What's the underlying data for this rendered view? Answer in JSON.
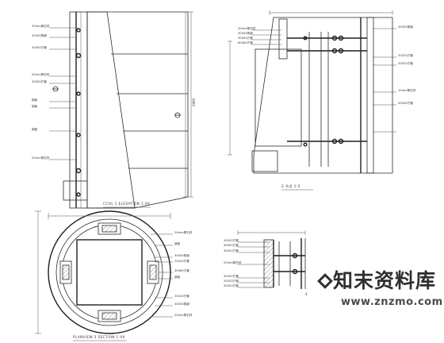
{
  "drawing": {
    "line_color": "#2a2a2a",
    "hatch_color": "#555555",
    "elevation": {
      "caption": "CCOL  1 ELEVATION  1:XX",
      "dimension_label": "2960",
      "callouts": [
        "20mm厚石材",
        "30X30角钢",
        "30X40方管",
        "20mm厚石材",
        "30X50方管",
        "钢板",
        "钢板",
        "钢板",
        "25mm厚石材"
      ]
    },
    "section_detail": {
      "caption": "2  节点  1:5",
      "callouts_top": [
        "20mm厚石材",
        "30X30角钢",
        "50X50方管",
        "60X60方管"
      ],
      "callouts_right": [
        "30X30角钢",
        "20X20方管",
        "20X25方管",
        "20mm厚石材",
        "20X40方管"
      ]
    },
    "plan": {
      "caption": "PLANVIEW  3  SECTION  1:XX",
      "callouts_right": [
        "20mm厚石材",
        "钢板",
        "30X30角钢",
        "20X25方管",
        "30X60方管",
        "钢板",
        "20X20方管",
        "30X30角钢",
        "20mm厚石材"
      ]
    },
    "small_detail": {
      "caption": "4",
      "callouts_left": [
        "20X20方管",
        "30X20方管",
        "30X20方管",
        "25mm厚石材",
        "30X40方管",
        "20X20方管",
        "30X20方管"
      ]
    }
  },
  "watermark": {
    "text_cn": "知末资料库",
    "url": "www.znzmo.com"
  }
}
